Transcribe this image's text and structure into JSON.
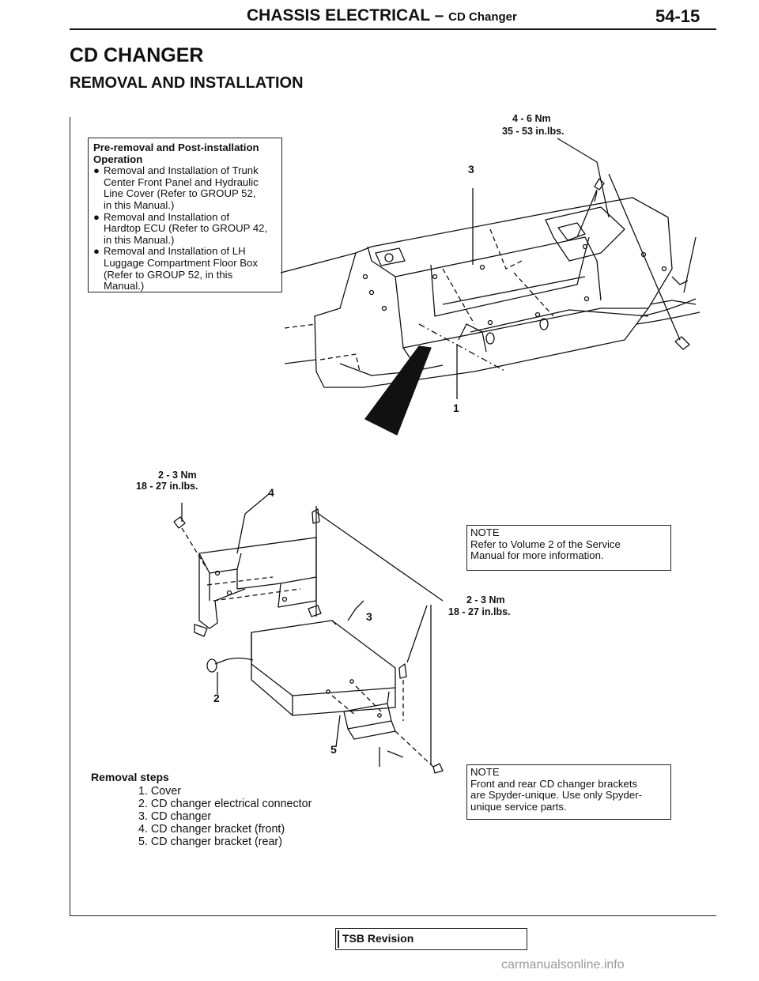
{
  "header": {
    "section": "CHASSIS ELECTRICAL –",
    "subsection": "CD Changer",
    "page_number": "54-15"
  },
  "title": "CD CHANGER",
  "subtitle": "REMOVAL AND INSTALLATION",
  "pre_operation": {
    "heading_line1": "Pre-removal and Post-installation",
    "heading_line2": "Operation",
    "items": [
      [
        "Removal and Installation of Trunk",
        "Center Front Panel and Hydraulic",
        "Line Cover (Refer to GROUP 52,",
        "in this Manual.)"
      ],
      [
        "Removal and Installation of",
        "Hardtop ECU (Refer to GROUP 42,",
        "in this Manual.)"
      ],
      [
        "Removal and Installation of LH",
        "Luggage Compartment Floor Box",
        "(Refer to GROUP 52, in this",
        "Manual.)"
      ]
    ]
  },
  "torque_labels": {
    "top_nm": "4 - 6 Nm",
    "top_inlbs": "35 - 53 in.lbs.",
    "left_nm": "2 - 3 Nm",
    "left_inlbs": "18 - 27 in.lbs.",
    "right_nm": "2 - 3 Nm",
    "right_inlbs": "18 - 27 in.lbs."
  },
  "callouts": {
    "top_3": "3",
    "top_1": "1",
    "mid_4": "4",
    "mid_3": "3",
    "mid_2": "2",
    "mid_5": "5"
  },
  "note1": {
    "title": "NOTE",
    "lines": [
      "Refer to Volume 2 of the Service",
      "Manual for more information."
    ]
  },
  "note2": {
    "title": "NOTE",
    "lines": [
      "Front and rear CD changer brackets",
      "are Spyder-unique. Use only Spyder-",
      "unique service parts."
    ]
  },
  "removal": {
    "title": "Removal steps",
    "steps": [
      "1. Cover",
      "2. CD changer electrical connector",
      "3. CD changer",
      "4. CD changer bracket (front)",
      "5. CD changer bracket (rear)"
    ]
  },
  "footer": {
    "tsb": "TSB Revision",
    "watermark": "carmanualsonline.info"
  }
}
